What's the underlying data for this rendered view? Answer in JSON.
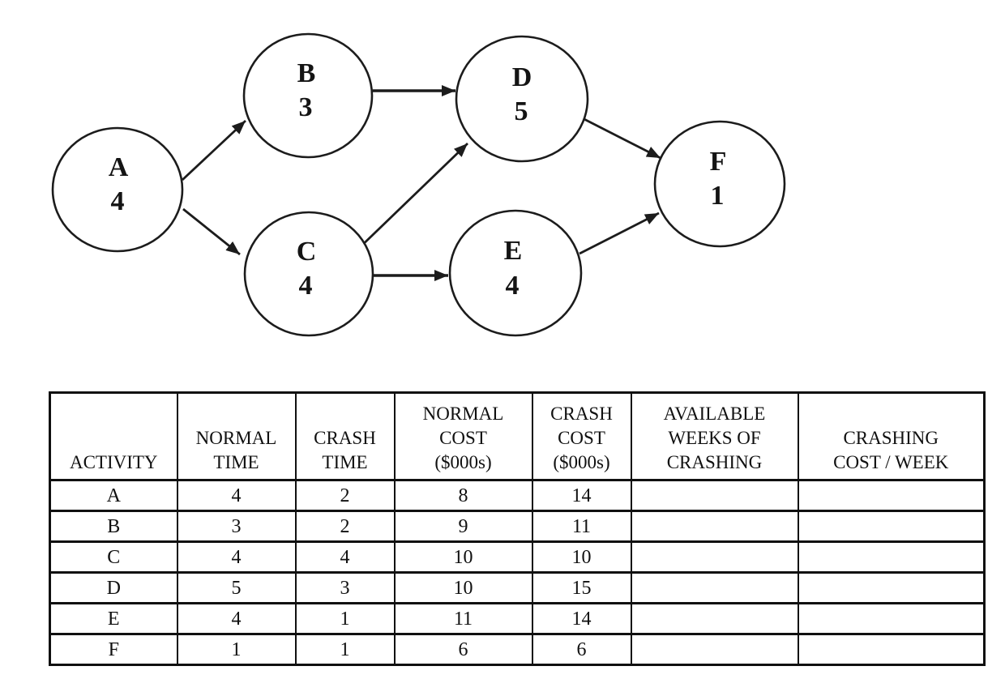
{
  "diagram": {
    "description": "Activity-on-node project network",
    "nodes": [
      {
        "id": "A",
        "time": "4"
      },
      {
        "id": "B",
        "time": "3"
      },
      {
        "id": "C",
        "time": "4"
      },
      {
        "id": "D",
        "time": "5"
      },
      {
        "id": "E",
        "time": "4"
      },
      {
        "id": "F",
        "time": "1"
      }
    ],
    "edges": [
      {
        "from": "A",
        "to": "B"
      },
      {
        "from": "A",
        "to": "C"
      },
      {
        "from": "B",
        "to": "D"
      },
      {
        "from": "C",
        "to": "D"
      },
      {
        "from": "C",
        "to": "E"
      },
      {
        "from": "D",
        "to": "F"
      },
      {
        "from": "E",
        "to": "F"
      }
    ]
  },
  "table": {
    "headers": [
      "ACTIVITY",
      "NORMAL\nTIME",
      "CRASH\nTIME",
      "NORMAL\nCOST\n($000s)",
      "CRASH\nCOST\n($000s)",
      "AVAILABLE\nWEEKS OF\nCRASHING",
      "CRASHING\nCOST / WEEK"
    ],
    "rows": [
      {
        "cells": [
          "A",
          "4",
          "2",
          "8",
          "14",
          "",
          ""
        ]
      },
      {
        "cells": [
          "B",
          "3",
          "2",
          "9",
          "11",
          "",
          ""
        ]
      },
      {
        "cells": [
          "C",
          "4",
          "4",
          "10",
          "10",
          "",
          ""
        ]
      },
      {
        "cells": [
          "D",
          "5",
          "3",
          "10",
          "15",
          "",
          ""
        ]
      },
      {
        "cells": [
          "E",
          "4",
          "1",
          "11",
          "14",
          "",
          ""
        ]
      },
      {
        "cells": [
          "F",
          "1",
          "1",
          "6",
          "6",
          "",
          ""
        ]
      }
    ]
  }
}
